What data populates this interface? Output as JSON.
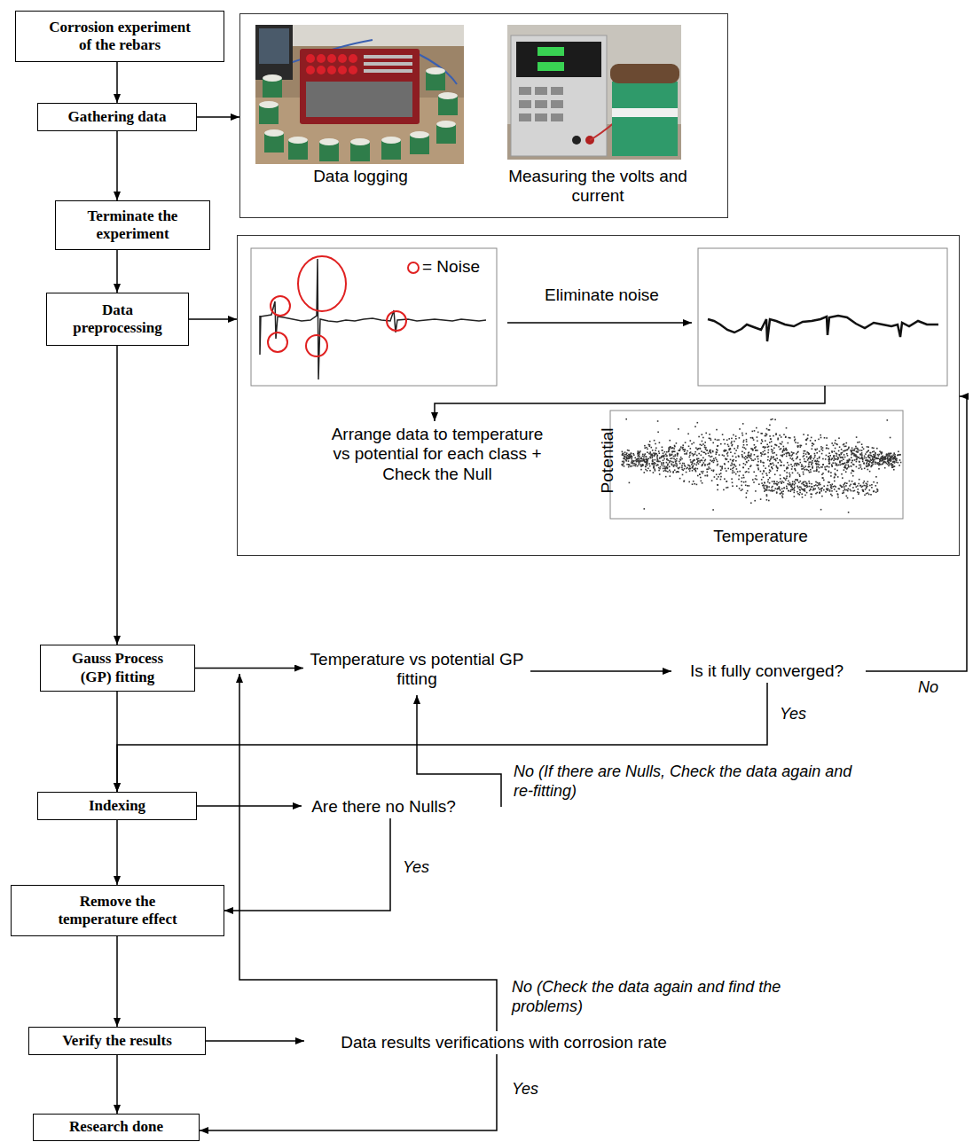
{
  "diagram": {
    "nodes": [
      {
        "text": [
          "Corrosion experiment of the rebars"
        ]
      },
      {
        "text": [
          "Gathering data"
        ]
      },
      {
        "text": [
          "Terminate the experiment"
        ]
      },
      {
        "text": [
          "Data preprocessing"
        ]
      },
      {
        "text": [
          "Gauss Process (GP) fitting"
        ]
      },
      {
        "text": [
          "Indexing"
        ]
      },
      {
        "text": [
          "Remove the temperature effect"
        ]
      },
      {
        "text": [
          "Verify the results"
        ]
      },
      {
        "text": [
          "Research done"
        ]
      },
      {
        "text": [
          "Data logging",
          "Measuring the volts and current"
        ]
      },
      {
        "text": [
          "Eliminate noise",
          "Arrange data to temperature vs potential for each class + Check the Null"
        ]
      },
      {
        "text": [
          "Temperature vs potential GP fitting"
        ]
      },
      {
        "text": [
          "Is it fully converged?"
        ]
      },
      {
        "text": [
          "Are there no Nulls?"
        ]
      },
      {
        "text": [
          "Data results verifications with corrosion rate"
        ]
      }
    ],
    "edges": [
      {
        "from": 0,
        "to": 1,
        "arrow": "to"
      },
      {
        "from": 1,
        "to": 2,
        "arrow": "to"
      },
      {
        "from": 2,
        "to": 3,
        "arrow": "to"
      },
      {
        "from": 3,
        "to": 4,
        "arrow": "to"
      },
      {
        "from": 4,
        "to": 5,
        "arrow": "to"
      },
      {
        "from": 5,
        "to": 6,
        "arrow": "to"
      },
      {
        "from": 6,
        "to": 7,
        "arrow": "to"
      },
      {
        "from": 7,
        "to": 8,
        "arrow": "to"
      },
      {
        "from": 1,
        "to": 9,
        "arrow": "to"
      },
      {
        "from": 3,
        "to": 10,
        "arrow": "to"
      },
      {
        "from": 4,
        "to": 11,
        "arrow": "to"
      },
      {
        "from": 11,
        "to": 12,
        "arrow": "to"
      },
      {
        "from": 12,
        "to": 10,
        "label": "No",
        "arrow": "to"
      },
      {
        "from": 12,
        "to": 5,
        "label": "Yes",
        "arrow": "to"
      },
      {
        "from": 5,
        "to": 13,
        "arrow": "to"
      },
      {
        "from": 13,
        "to": 11,
        "label": "No (If there are Nulls, Check the data again and re-fitting)",
        "arrow": "to"
      },
      {
        "from": 13,
        "to": 6,
        "label": "Yes",
        "arrow": "to"
      },
      {
        "from": 7,
        "to": 14,
        "arrow": "to"
      },
      {
        "from": 14,
        "to": 11,
        "label": "No (Check the data again and find the problems)",
        "arrow": "to"
      },
      {
        "from": 14,
        "to": 8,
        "label": "Yes",
        "arrow": "to"
      }
    ],
    "labels": [
      "Potential",
      "Temperature"
    ],
    "legend": [
      {
        "text": "= Noise"
      }
    ]
  }
}
